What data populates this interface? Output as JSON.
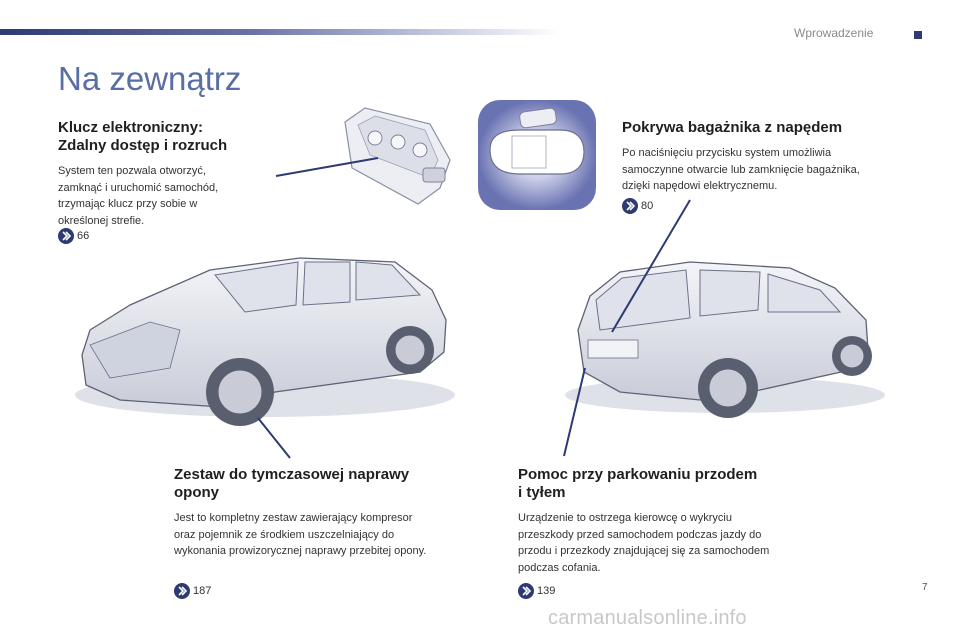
{
  "header": {
    "section": "Wprowadzenie",
    "title": "Na zewnątrz"
  },
  "blocks": {
    "key": {
      "title_line1": "Klucz elektroniczny:",
      "title_line2": "Zdalny dostęp i rozruch",
      "text": "System ten pozwala otworzyć, zamknąć i uruchomić samochód, trzymając klucz przy sobie w określonej strefie.",
      "ref": "66"
    },
    "tailgate": {
      "title": "Pokrywa bagażnika z napędem",
      "text": "Po naciśnięciu przycisku system umożliwia samoczynne otwarcie lub zamknięcie bagażnika, dzięki napędowi elektrycznemu.",
      "ref": "80"
    },
    "repair": {
      "title_line1": "Zestaw do tymczasowej naprawy",
      "title_line2": "opony",
      "text": "Jest to kompletny zestaw zawierający kompresor oraz pojemnik ze środkiem uszczelniający do wykonania prowizorycznej naprawy przebitej opony.",
      "ref": "187"
    },
    "parking": {
      "title_line1": "Pomoc przy parkowaniu przodem",
      "title_line2": "i tyłem",
      "text": "Urządzenie to ostrzega kierowcę o wykryciu przeszkody przed samochodem podczas jazdy do przodu i przezkody znajdującej się za samochodem podczas cofania.",
      "ref": "139"
    }
  },
  "footer": {
    "page_number": "7",
    "watermark": "carmanualsonline.info"
  },
  "colors": {
    "accent": "#2e3a72",
    "title": "#5a6ea6",
    "illustration_fill": "#e6e8ef"
  }
}
